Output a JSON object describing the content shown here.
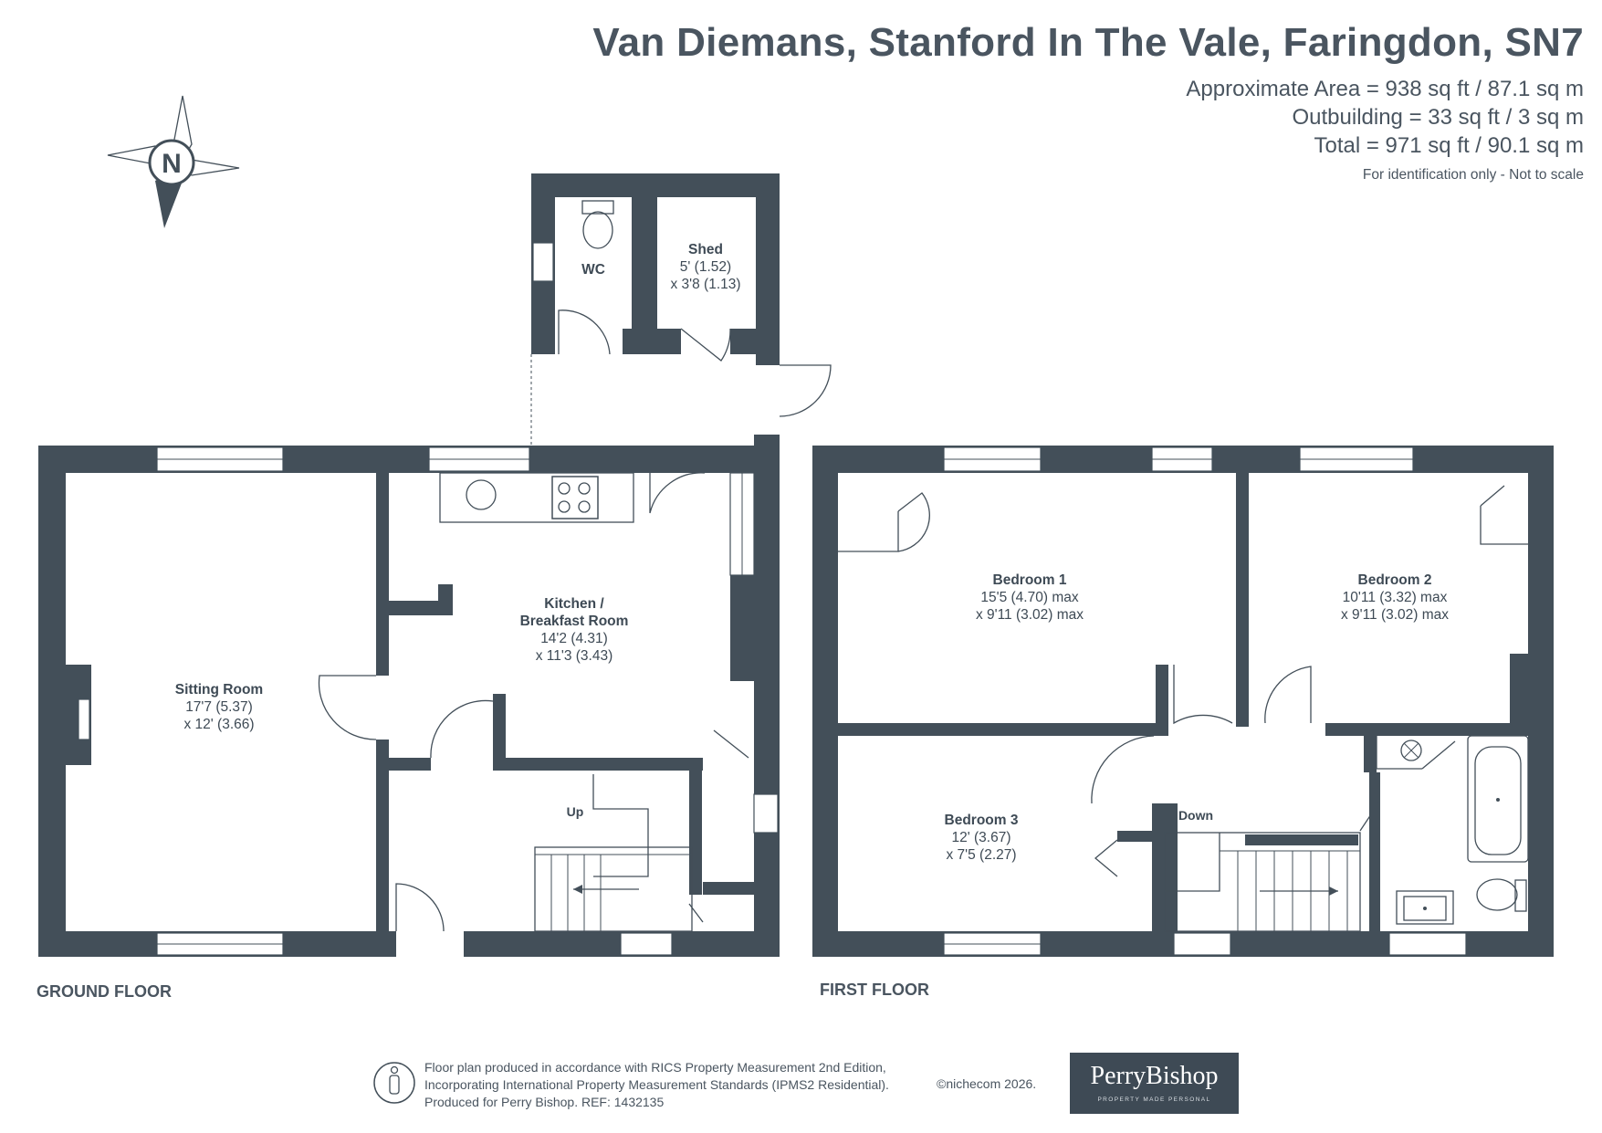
{
  "header": {
    "title": "Van Diemans, Stanford In The Vale, Faringdon, SN7",
    "areas": [
      "Approximate Area = 938 sq ft / 87.1 sq m",
      "Outbuilding = 33 sq ft / 3 sq m",
      "Total = 971 sq ft / 90.1 sq m"
    ],
    "note": "For identification only - Not to scale"
  },
  "compass": {
    "label": "N"
  },
  "floors": {
    "ground": {
      "label": "GROUND FLOOR",
      "rooms": {
        "sitting": {
          "name": "Sitting Room",
          "dim1": "17'7 (5.37)",
          "dim2": "x 12' (3.66)"
        },
        "kitchen": {
          "name1": "Kitchen /",
          "name2": "Breakfast Room",
          "dim1": "14'2 (4.31)",
          "dim2": "x 11'3 (3.43)"
        },
        "wc": {
          "name": "WC"
        },
        "shed": {
          "name": "Shed",
          "dim1": "5' (1.52)",
          "dim2": "x 3'8 (1.13)"
        }
      },
      "stairs_label": "Up"
    },
    "first": {
      "label": "FIRST FLOOR",
      "rooms": {
        "bedroom1": {
          "name": "Bedroom 1",
          "dim1": "15'5 (4.70) max",
          "dim2": "x 9'11 (3.02) max"
        },
        "bedroom2": {
          "name": "Bedroom 2",
          "dim1": "10'11 (3.32) max",
          "dim2": "x 9'11 (3.02) max"
        },
        "bedroom3": {
          "name": "Bedroom 3",
          "dim1": "12' (3.67)",
          "dim2": "x 7'5 (2.27)"
        }
      },
      "stairs_label": "Down"
    }
  },
  "footer": {
    "lines": [
      "Floor plan produced in accordance with RICS Property Measurement 2nd Edition,",
      "Incorporating International Property Measurement Standards (IPMS2 Residential).",
      "Produced for Perry Bishop.   REF: 1432135"
    ],
    "copyright": "©nichecom 2026.",
    "brand_name": "PerryBishop",
    "brand_tagline": "PROPERTY MADE PERSONAL"
  },
  "colors": {
    "wall": "#434f59",
    "text": "#4a5560"
  }
}
